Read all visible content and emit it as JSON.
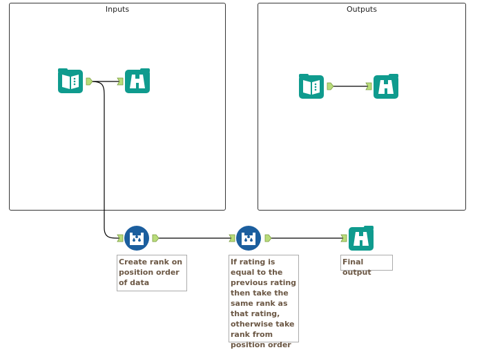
{
  "containers": [
    {
      "title": "Inputs"
    },
    {
      "title": "Outputs"
    }
  ],
  "tools": [
    {
      "type": "input-data",
      "icon": "book-icon"
    },
    {
      "type": "browse",
      "icon": "binoculars-icon"
    },
    {
      "type": "input-data",
      "icon": "book-icon"
    },
    {
      "type": "browse",
      "icon": "binoculars-icon"
    },
    {
      "type": "multi-row-formula",
      "icon": "multi-row-icon"
    },
    {
      "type": "multi-row-formula",
      "icon": "multi-row-icon"
    },
    {
      "type": "browse",
      "icon": "binoculars-icon"
    }
  ],
  "annotations": [
    "Create rank on position order of data",
    "If rating is equal to the previous rating then take the same rank as that rating, otherwise take rank from position order",
    "Final output"
  ],
  "colors": {
    "tool_green": "#0f9b8e",
    "multirow_blue": "#1b5e9e",
    "anchor": "#b9dc7a",
    "annotation_text": "#6b5744"
  }
}
